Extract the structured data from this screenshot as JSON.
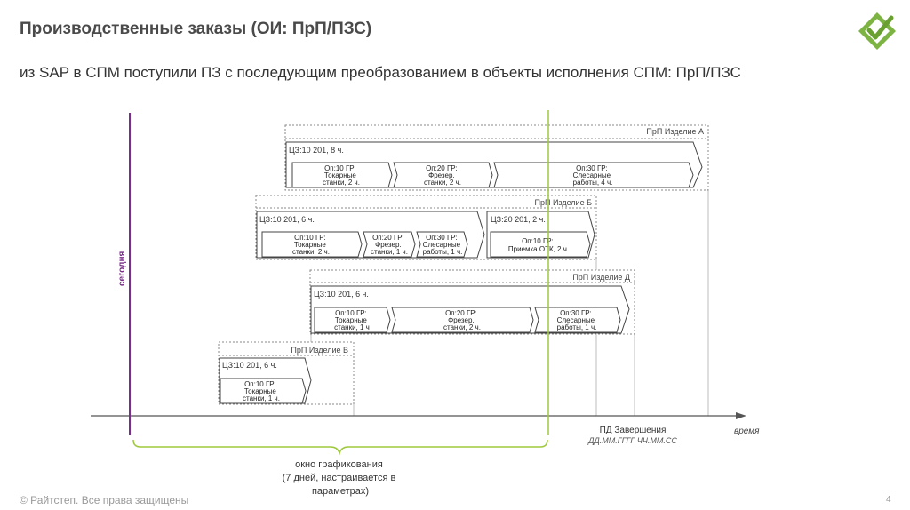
{
  "header": {
    "title": "Производственные заказы (ОИ: ПрП/ПЗС)",
    "subtitle": "из SAP в СПМ поступили ПЗ с последующим преобразованием в объекты исполнения СПМ: ПрП/ПЗС"
  },
  "diagram": {
    "today_label": "сегодня",
    "time_axis_label": "время",
    "completion_label": "ПД Завершения",
    "completion_format": "ДД.ММ.ГГГГ ЧЧ.ММ.СС",
    "window_lines": [
      "окно графикования",
      "(7 дней, настраивается в",
      "параметрах)"
    ],
    "orders": [
      {
        "title": "ПрП Изделие А",
        "centers": [
          {
            "label": "ЦЗ:10 201, 8 ч.",
            "ops": [
              {
                "lines": [
                  "Оп:10 ГР:",
                  "Токарные",
                  "станки, 2 ч."
                ]
              },
              {
                "lines": [
                  "Оп:20 ГР:",
                  "Фрезер.",
                  "станки, 2 ч."
                ]
              },
              {
                "lines": [
                  "Оп:30 ГР:",
                  "Слесарные",
                  "работы, 4 ч."
                ]
              }
            ]
          }
        ]
      },
      {
        "title": "ПрП Изделие Б",
        "centers": [
          {
            "label": "ЦЗ:10 201, 6 ч.",
            "ops": [
              {
                "lines": [
                  "Оп:10 ГР:",
                  "Токарные",
                  "станки, 2 ч."
                ]
              },
              {
                "lines": [
                  "Оп:20 ГР:",
                  "Фрезер.",
                  "станки, 1 ч."
                ]
              },
              {
                "lines": [
                  "Оп:30 ГР:",
                  "Слесарные",
                  "работы, 1 ч."
                ]
              }
            ]
          },
          {
            "label": "ЦЗ:20 201, 2 ч.",
            "ops": [
              {
                "lines": [
                  "Оп:10 ГР:",
                  "Приемка ОТК, 2 ч."
                ]
              }
            ]
          }
        ]
      },
      {
        "title": "ПрП Изделие Д",
        "centers": [
          {
            "label": "ЦЗ:10 201, 6 ч.",
            "ops": [
              {
                "lines": [
                  "Оп:10 ГР:",
                  "Токарные",
                  "станки, 1 ч"
                ]
              },
              {
                "lines": [
                  "Оп:20 ГР:",
                  "Фрезер.",
                  "станки, 2 ч."
                ]
              },
              {
                "lines": [
                  "Оп:30 ГР:",
                  "Слесарные",
                  "работы, 1 ч."
                ]
              }
            ]
          }
        ]
      },
      {
        "title": "ПрП Изделие В",
        "centers": [
          {
            "label": "ЦЗ:10 201, 6 ч.",
            "ops": [
              {
                "lines": [
                  "Оп:10 ГР:",
                  "Токарные",
                  "станки, 1 ч."
                ]
              }
            ]
          }
        ]
      }
    ]
  },
  "colors": {
    "today": "#7b2c8c",
    "window": "#9fc93c",
    "logo": "#7cb342"
  },
  "footer": {
    "copyright": "© Райтстеп. Все права защищены",
    "page": "4"
  }
}
